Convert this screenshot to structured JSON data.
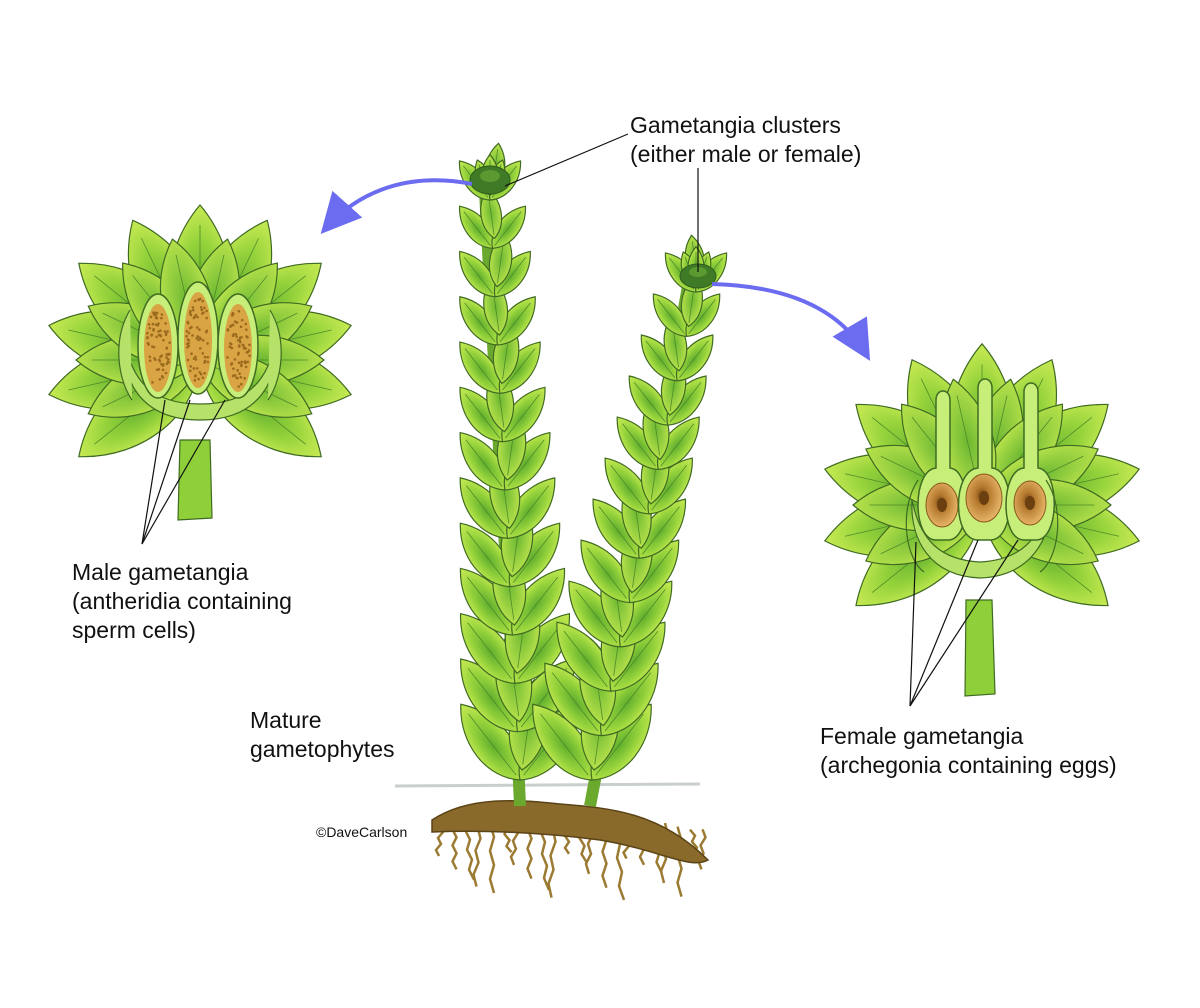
{
  "labels": {
    "clusters": [
      "Gametangia clusters",
      "(either male or female)"
    ],
    "male": [
      "Male gametangia",
      "(antheridia containing",
      "sperm cells)"
    ],
    "mature": [
      "Mature",
      "gametophytes"
    ],
    "female": [
      "Female gametangia",
      "(archegonia containing eggs)"
    ]
  },
  "credit": "©DaveCarlson",
  "colors": {
    "leaf_light": "#c8ec52",
    "leaf_mid": "#8fcf3a",
    "leaf_dark": "#4f9a2a",
    "outline": "#3f6b22",
    "arrow": "#6b6cf0",
    "root": "#8a6a2a",
    "antheridium": "#d9a443",
    "egg": "#c8903a"
  }
}
